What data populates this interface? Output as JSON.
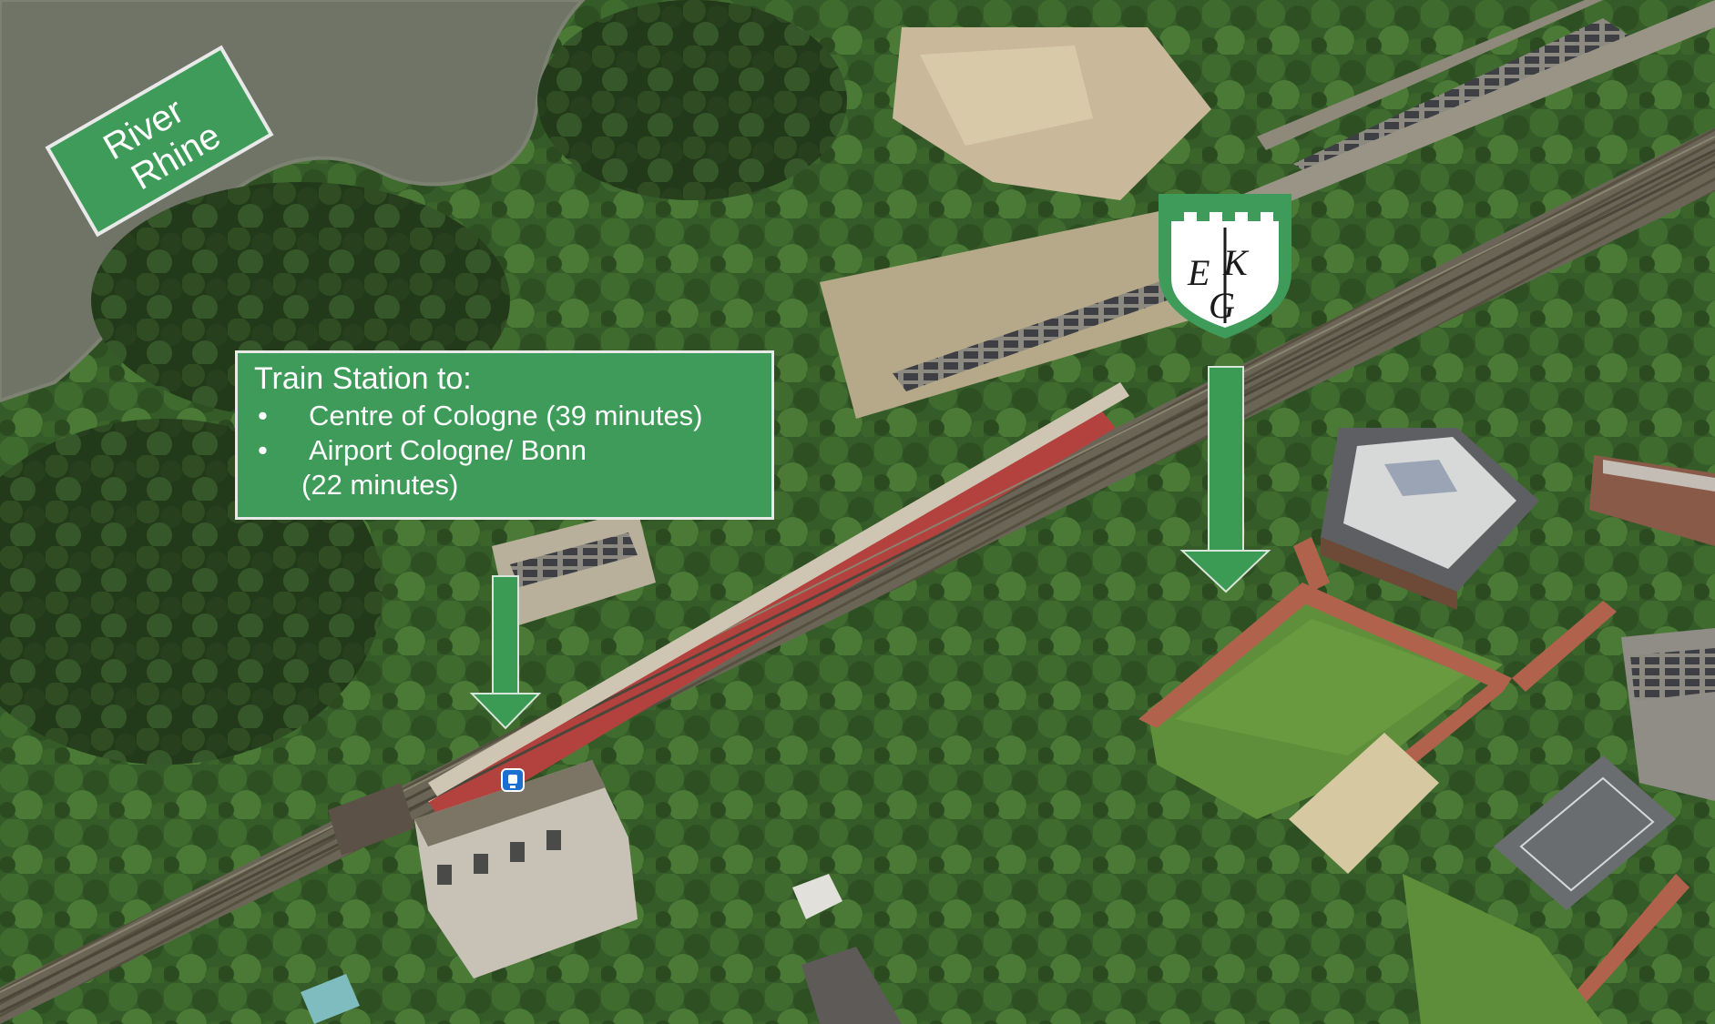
{
  "labels": {
    "river": [
      "River",
      "Rhine"
    ]
  },
  "station_box": {
    "title": "Train Station to:",
    "items": [
      {
        "bullet": "•",
        "text": "Centre of Cologne (39 minutes)"
      },
      {
        "bullet": "•",
        "text": "Airport Cologne/ Bonn"
      }
    ],
    "continuation": "(22 minutes)"
  },
  "school_logo": {
    "letters": [
      "E",
      "K",
      "G"
    ]
  },
  "colors": {
    "label_green": "#3f9b59",
    "arrow_green": "#3b9a53",
    "label_border": "#e9e9e9",
    "river": "#6f7467",
    "tree_dark": "#2f4f24",
    "tree_mid": "#3c6a2c",
    "field": "#5f8f3a",
    "path": "#b0624c",
    "track": "#6f6a5c"
  },
  "icons": [
    "train-station-icon",
    "arrow-down-icon",
    "school-shield-icon"
  ]
}
